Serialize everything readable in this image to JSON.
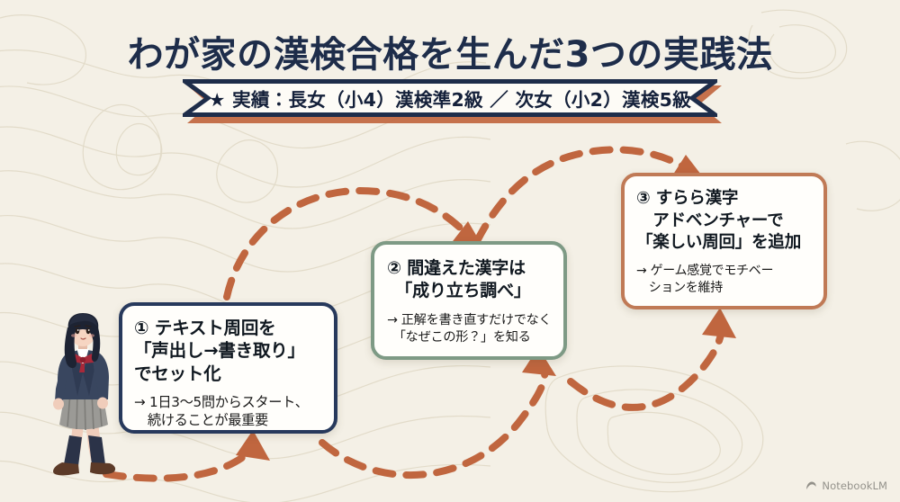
{
  "page": {
    "title": "わが家の漢検合格を生んだ3つの実践法",
    "background_color": "#f4f0e6",
    "title_color": "#1e2d4a"
  },
  "ribbon": {
    "text": "★ 実績：長女（小4）漢検準2級 ／ 次女（小2）漢検5級",
    "border_color": "#1e2d4a",
    "shadow_color": "#c0663f"
  },
  "steps": [
    {
      "id": "step-1",
      "number": "①",
      "heading_lines": [
        "① テキスト周回を",
        "「声出し→書き取り」",
        "でセット化"
      ],
      "detail_lines": [
        "→ 1日3〜5問からスタート、",
        "　続けることが最重要"
      ],
      "border_color": "#27395c"
    },
    {
      "id": "step-2",
      "number": "②",
      "heading_lines": [
        "② 間違えた漢字は",
        "　「成り立ち調べ」"
      ],
      "detail_lines": [
        "→ 正解を書き直すだけでなく",
        "　「なぜこの形？」を知る"
      ],
      "border_color": "#7e9a85"
    },
    {
      "id": "step-3",
      "number": "③",
      "heading_lines": [
        "③ すらら漢字",
        "　アドベンチャーで",
        "「楽しい周回」を追加"
      ],
      "detail_lines": [
        "→ ゲーム感覚でモチベー",
        "　ションを維持"
      ],
      "border_color": "#c07a56"
    }
  ],
  "arrows": {
    "color": "#c0663f",
    "style": "dashed",
    "count": 3
  },
  "illustration": {
    "name": "schoolgirl-walking",
    "description": "制服の女子生徒"
  },
  "watermark": {
    "text": "NotebookLM",
    "icon": "notebooklm-icon"
  }
}
